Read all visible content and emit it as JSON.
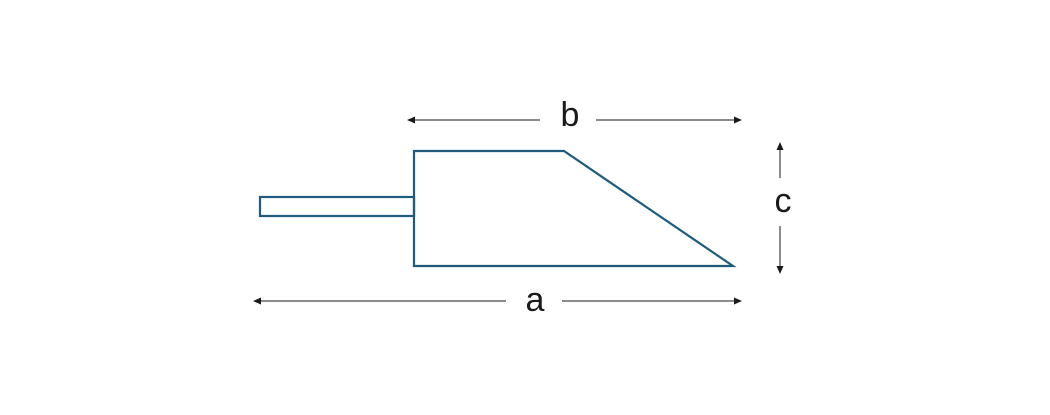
{
  "diagram": {
    "dimension_labels": {
      "a": "a",
      "b": "b",
      "c": "c"
    },
    "colors": {
      "outline": "#1f5b7a",
      "dimension": "#1a1a1a",
      "background": "#ffffff"
    }
  }
}
